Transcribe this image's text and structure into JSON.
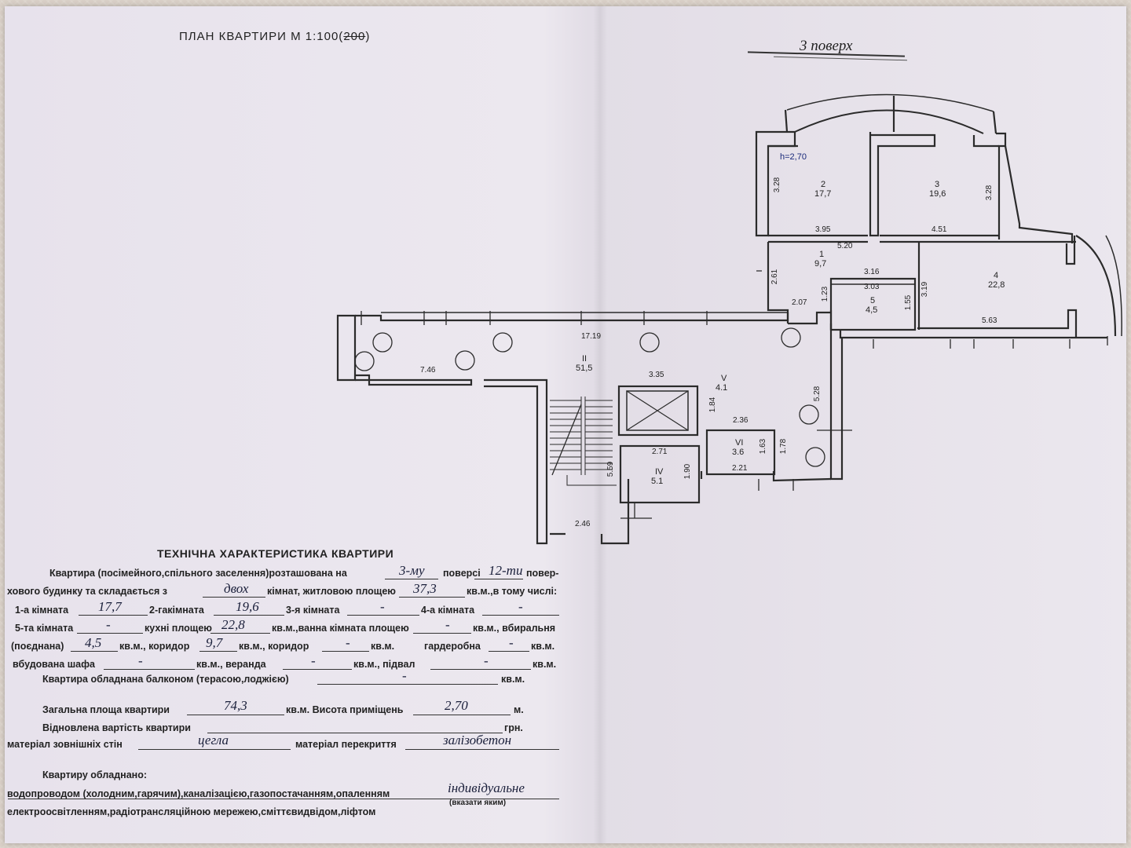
{
  "header": {
    "title_prefix": "ПЛАН КВАРТИРИ М 1:100(",
    "title_scale_struck": "200",
    "title_suffix": ")",
    "floor_label": "3 поверх"
  },
  "plan": {
    "height_note": "h=2,70",
    "rooms": [
      {
        "num": "2",
        "area": "17,7"
      },
      {
        "num": "3",
        "area": "19,6"
      },
      {
        "num": "1",
        "area": "9,7"
      },
      {
        "num": "4",
        "area": "22,8"
      },
      {
        "num": "5",
        "area": "4,5"
      },
      {
        "num": "II",
        "area": "51,5"
      },
      {
        "num": "V",
        "area": "4.1"
      },
      {
        "num": "VI",
        "area": "3.6"
      },
      {
        "num": "IV",
        "area": "5.1"
      }
    ],
    "dimensions": [
      "3.28",
      "3.28",
      "3.95",
      "5.20",
      "4.51",
      "2.61",
      "3.16",
      "3.03",
      "1.23",
      "1.55",
      "3.19",
      "2.07",
      "5.63",
      "17.19",
      "7.46",
      "3.35",
      "1.84",
      "5.28",
      "2.36",
      "1.63",
      "1.78",
      "2.71",
      "2.21",
      "1.90",
      "5.59",
      "2.46"
    ]
  },
  "tech": {
    "title": "ТЕХНІЧНА ХАРАКТЕРИСТИКА КВАРТИРИ",
    "line1": {
      "a": "Квартира (посімейного,спільного заселення)розташована на",
      "floor": "3-му",
      "b": "поверсі",
      "floors_total": "12-ти",
      "c": "повер-"
    },
    "line2": {
      "a": "хового будинку та складається з",
      "rooms": "двох",
      "b": "кімнат, житловою площею",
      "living": "37,3",
      "c": "кв.м.,в тому числі:"
    },
    "line3": {
      "a": "1-а кімната",
      "r1": "17,7",
      "b": "2-гакімната",
      "r2": "19,6",
      "c": "3-я кімната",
      "r3": "-",
      "d": "4-а кімната",
      "r4": "-"
    },
    "line4": {
      "a": "5-та кімната",
      "r5": "-",
      "b": "кухні площею",
      "kitchen": "22,8",
      "c": "кв.м.,ванна кімната площею",
      "bath": "-",
      "d": "кв.м., вбиральня"
    },
    "line5": {
      "a": "(поєднана)",
      "wc": "4,5",
      "b": "кв.м., коридор",
      "corr1": "9,7",
      "c": "кв.м., коридор",
      "corr2": "-",
      "d": "кв.м.",
      "e": "гардеробна",
      "ward": "-",
      "f": "кв.м."
    },
    "line6": {
      "a": "вбудована шафа",
      "closet": "-",
      "b": "кв.м., веранда",
      "veranda": "-",
      "c": "кв.м., підвал",
      "cellar": "-",
      "d": "кв.м."
    },
    "line7": {
      "a": "Квартира обладнана балконом (терасою,лоджією)",
      "balcony": "-",
      "b": "кв.м."
    },
    "line8": {
      "a": "Загальна площа квартири",
      "total": "74,3",
      "b": "кв.м. Висота приміщень",
      "height": "2,70",
      "c": "м."
    },
    "line9": {
      "a": "Відновлена вартість квартири",
      "b": "грн."
    },
    "line10": {
      "a": "матеріал зовнішніх стін",
      "walls": "цегла",
      "b": "матеріал перекриття",
      "slab": "залізобетон"
    },
    "line11": {
      "a": "Квартиру обладнано:"
    },
    "line12": {
      "a": "водопроводом (холодним,гарячим),каналізацією,газопостачанням,опаленням",
      "heating": "індивідуальне"
    },
    "line12_note": "(вказати яким)",
    "line13": {
      "a": "електроосвітленням,радіотрансляційною мережею,сміттєвидвідом,ліфтом"
    }
  }
}
